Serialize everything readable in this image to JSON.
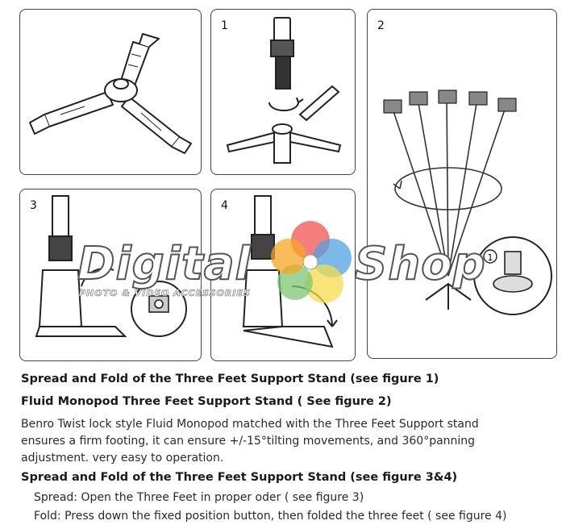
{
  "figures": {
    "fig1_label": "1",
    "fig2_label": "2",
    "fig3_label": "3",
    "fig4_label": "4"
  },
  "watermark": {
    "word1": "Digital",
    "word2": "Shop",
    "subtitle": "PHOTO & VIDEO ACCESSORIES"
  },
  "text": {
    "heading1": "Spread and Fold of the Three Feet Support Stand (see figure 1)",
    "heading2": "Fluid Monopod Three Feet Support Stand ( See figure 2)",
    "para_line1": "Benro Twist lock style Fluid Monopod matched with the Three Feet Support stand",
    "para_line2": "ensures a firm footing, it can ensure +/-15°tilting movements, and 360°panning",
    "para_line3": "adjustment. very easy to operation.",
    "heading3": "Spread and Fold of the Three Feet Support Stand (see figure 3&4)",
    "spread_line": "Spread: Open the Three Feet in proper oder ( see figure 3)",
    "fold_line": "Fold: Press down the fixed position button, then folded the three feet ( see figure 4)"
  },
  "callout_number": "1",
  "colors": {
    "panel_border": "#444444",
    "logo_red": "#ef5350",
    "logo_blue": "#4fa3e0",
    "logo_yellow": "#f6dc4c",
    "logo_green": "#7cc576",
    "logo_orange": "#f5a623"
  }
}
